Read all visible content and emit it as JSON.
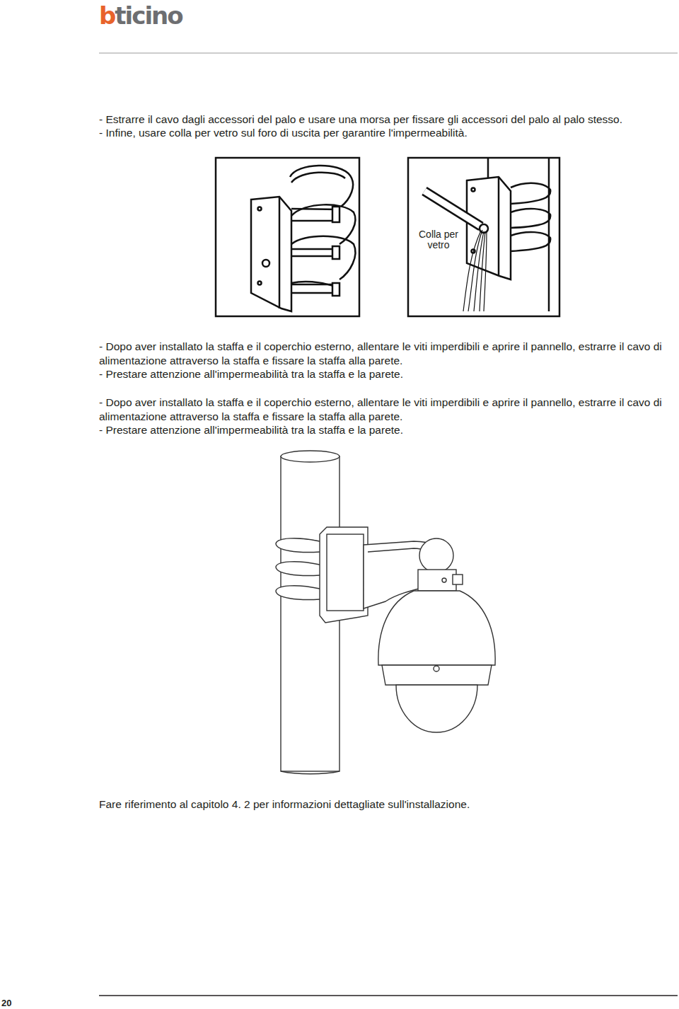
{
  "diagram": {
    "labels": [
      "bticino",
      "- Estrarre il cavo dagli accessori del palo e usare una morsa per fissare gli accessori del palo al palo stesso.",
      "- Infine, usare colla per vetro sul foro di uscita per garantire l'impermeabilità.",
      "Colla per vetro",
      "- Dopo aver installato la staffa e il coperchio esterno, allentare le viti imperdibili e aprire il pannello, estrarre il cavo di alimentazione attraverso la staffa e fissare la staffa alla parete.",
      "- Prestare attenzione all'impermeabilità tra la staffa e la parete.",
      "- Dopo aver installato la staffa e il coperchio esterno, allentare le viti imperdibili e aprire il pannello, estrarre il cavo di alimentazione attraverso la staffa e fissare la staffa alla parete.",
      "- Prestare attenzione all'impermeabilità tra la staffa e la parete.",
      "Fare riferimento al capitolo 4. 2 per informazioni dettagliate sull'installazione.",
      "20"
    ]
  }
}
